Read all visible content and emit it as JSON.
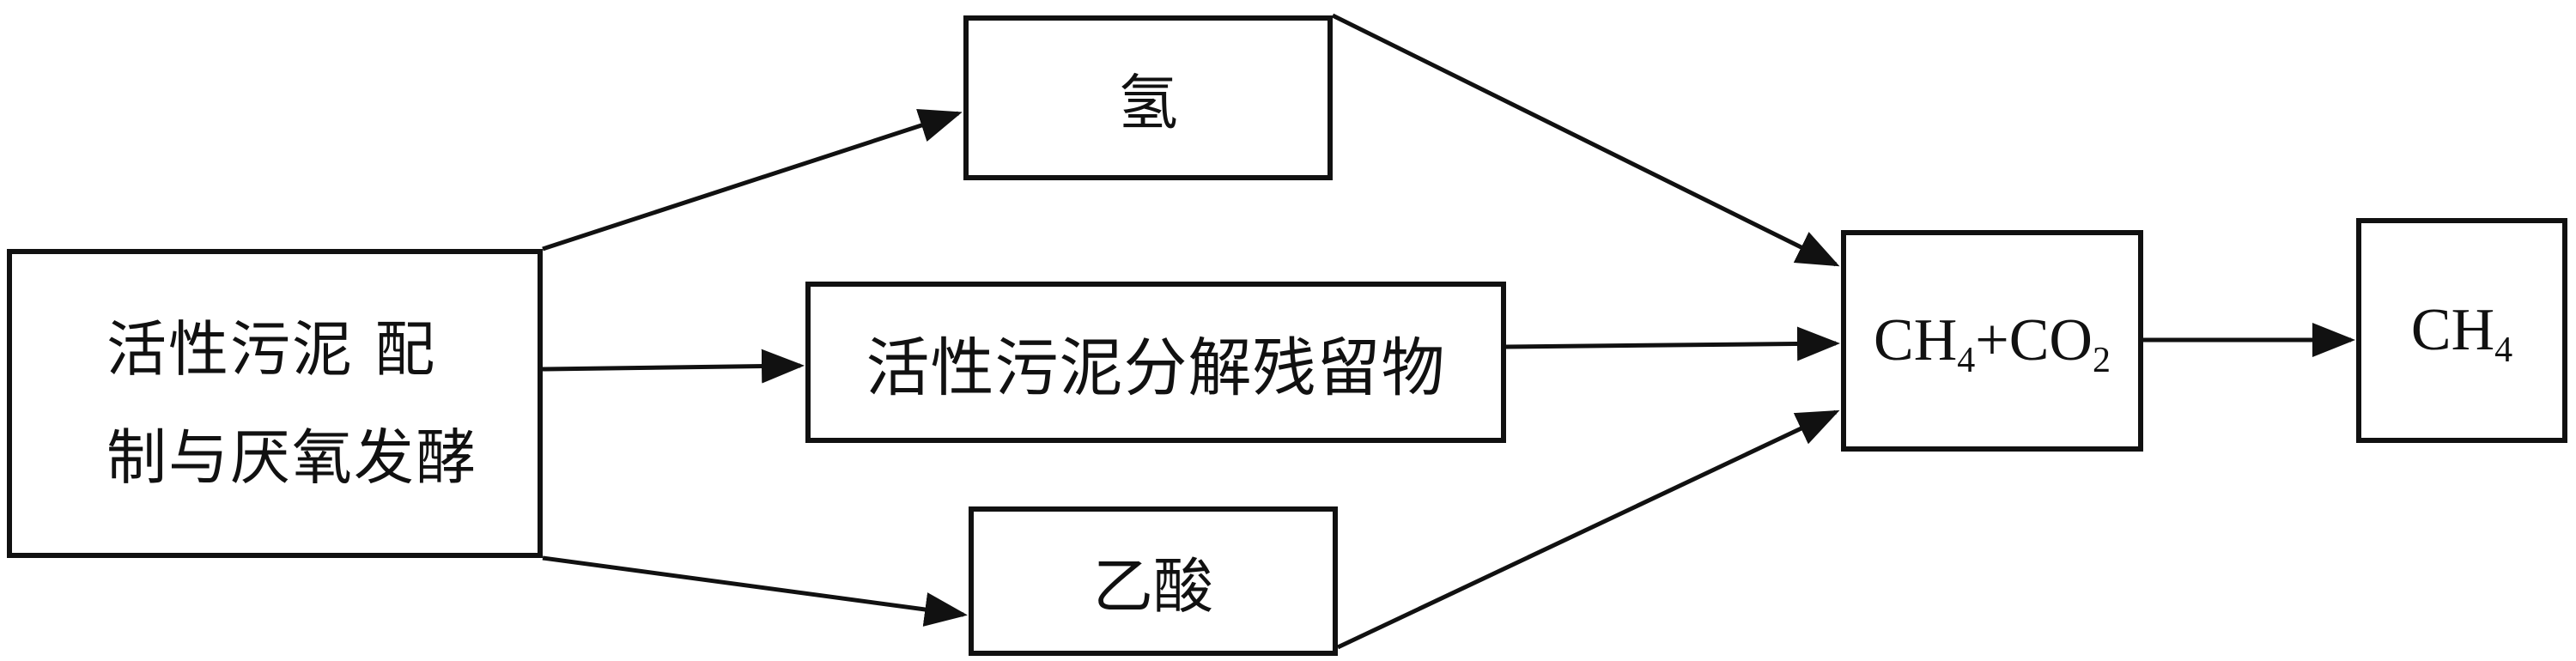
{
  "nodes": {
    "source": {
      "line1": "活性污泥 配",
      "line2": "制与厌氧发酵"
    },
    "hydrogen": {
      "label": "氢"
    },
    "residue": {
      "label": "活性污泥分解残留物"
    },
    "acetic_acid": {
      "label": "乙酸"
    },
    "biogas_mix": {
      "part1": "CH",
      "sub1": "4",
      "part2": "+CO",
      "sub2": "2"
    },
    "methane": {
      "part1": "CH",
      "sub1": "4"
    }
  },
  "edges": [
    {
      "from": "source",
      "to": "hydrogen"
    },
    {
      "from": "source",
      "to": "residue"
    },
    {
      "from": "source",
      "to": "acetic_acid"
    },
    {
      "from": "hydrogen",
      "to": "biogas_mix"
    },
    {
      "from": "residue",
      "to": "biogas_mix"
    },
    {
      "from": "acetic_acid",
      "to": "biogas_mix"
    },
    {
      "from": "biogas_mix",
      "to": "methane"
    }
  ],
  "colors": {
    "line": "#111111",
    "background": "#ffffff"
  }
}
